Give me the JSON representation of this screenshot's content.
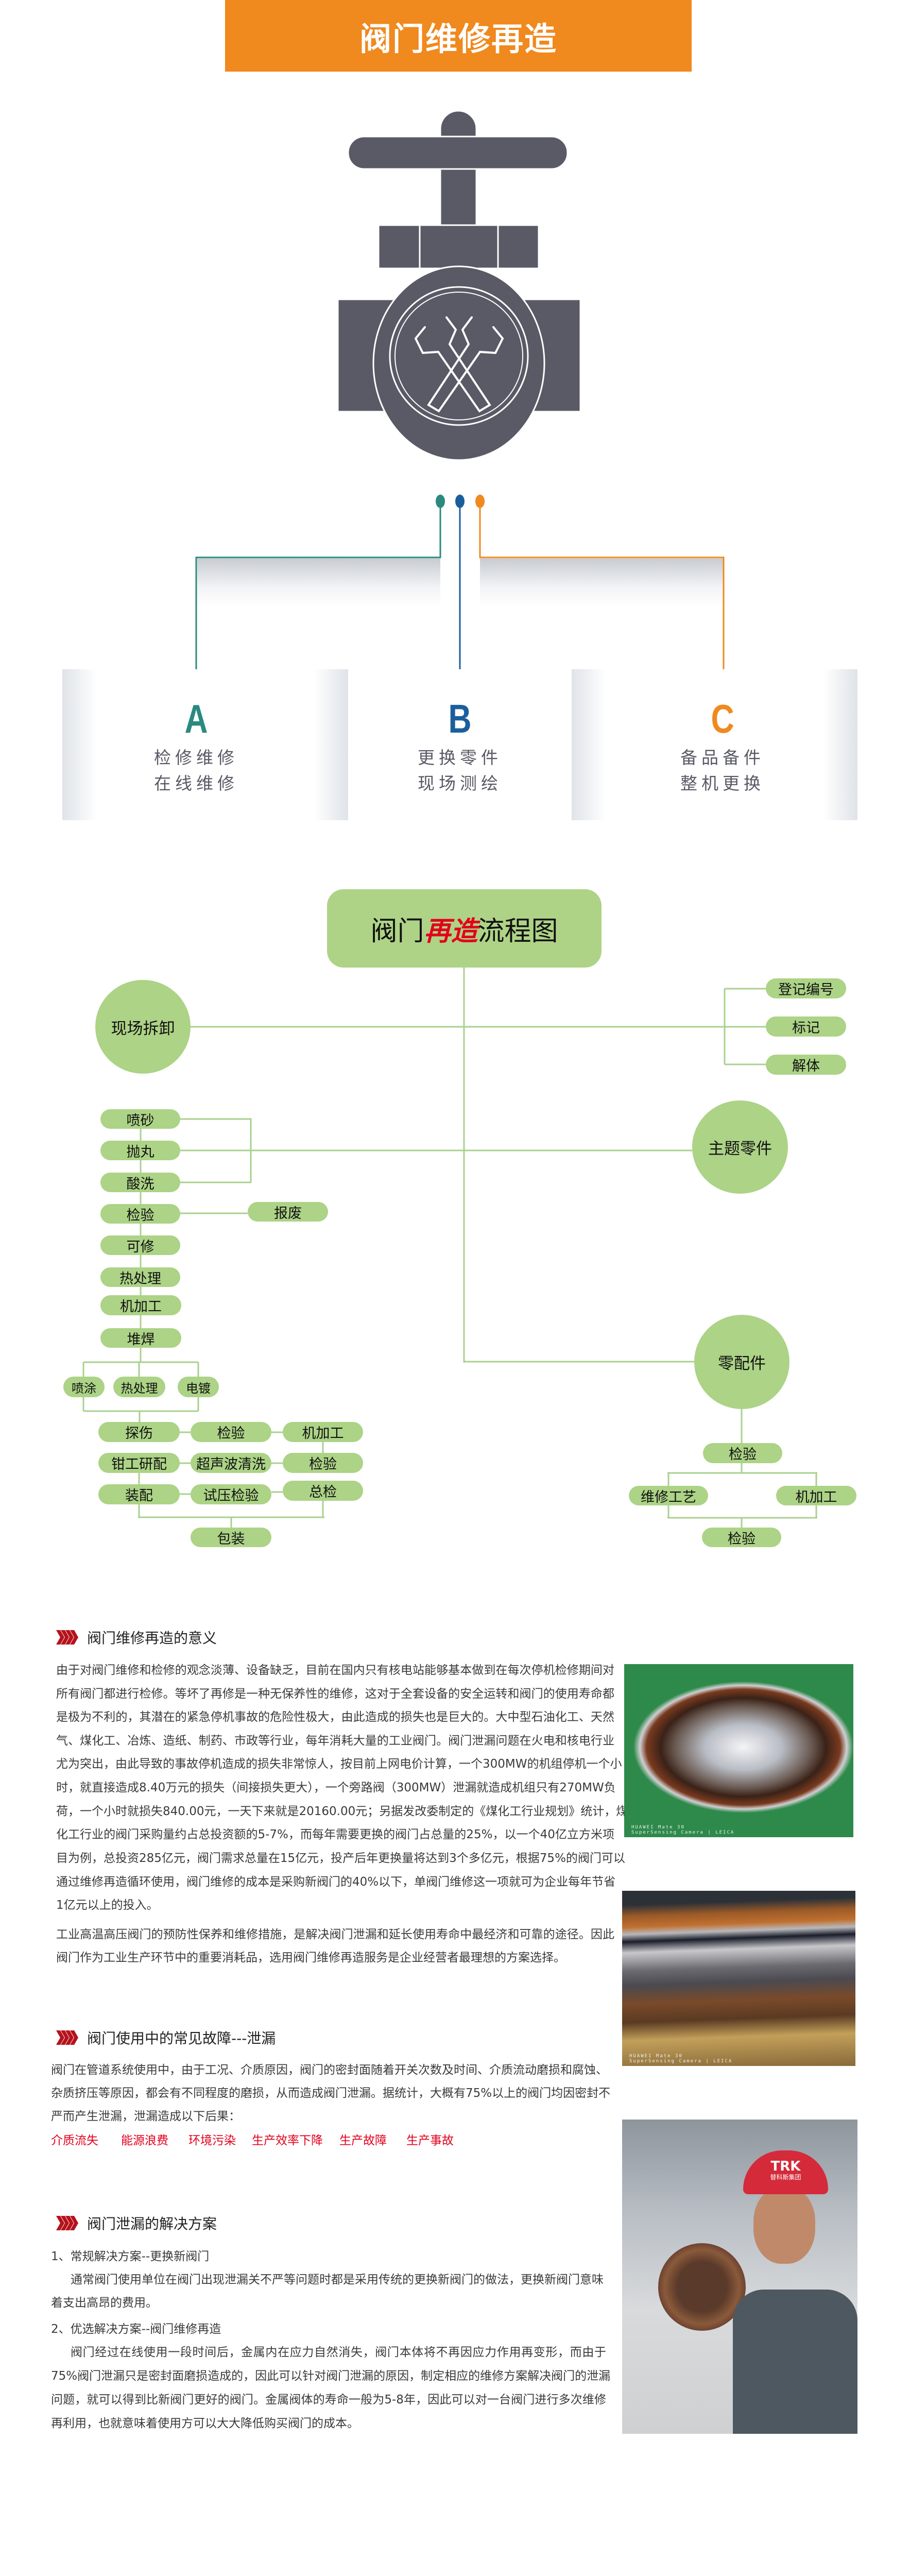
{
  "banner": {
    "title": "阀门维修再造"
  },
  "options": [
    {
      "letter": "A",
      "color": "#2a8a7f",
      "line1": "检修维修",
      "line2": "在线维修"
    },
    {
      "letter": "B",
      "color": "#1a5f9c",
      "line1": "更换零件",
      "line2": "现场测绘"
    },
    {
      "letter": "C",
      "color": "#f0891e",
      "line1": "备品备件",
      "line2": "整机更换"
    }
  ],
  "flowchart": {
    "title_a": "阀门",
    "title_b": "再造",
    "title_c": "流程图",
    "site_disassembly": "现场拆卸",
    "register_number": "登记编号",
    "mark": "标记",
    "disassemble": "解体",
    "main_parts": "主题零件",
    "left_column": [
      "喷砂",
      "抛丸",
      "酸洗",
      "检验",
      "可修",
      "热处理",
      "机加工",
      "堆焊"
    ],
    "scrap": "报废",
    "surface": [
      "喷涂",
      "热处理",
      "电镀"
    ],
    "grid": [
      [
        "探伤",
        "检验",
        "机加工"
      ],
      [
        "钳工研配",
        "超声波清洗",
        "检验"
      ],
      [
        "装配",
        "试压检验",
        "总检"
      ]
    ],
    "package": "包装",
    "spare_parts": "零配件",
    "spare_flow": {
      "inspect1": "检验",
      "repair_process": "维修工艺",
      "machining": "机加工",
      "inspect2": "检验"
    }
  },
  "sections": {
    "meaning": {
      "heading": "阀门维修再造的意义",
      "p1": [
        "由于对阀门维修和检修的观念淡薄、设备缺乏，目前在国内只有核电站能够基本做到在每次停机检修期间对",
        "所有阀门都进行检修。等坏了再修是一种无保养性的维修，这对于全套设备的安全运转和阀门的使用寿命都",
        "是极为不利的，其潜在的紧急停机事故的危险性极大，由此造成的损失也是巨大的。大中型石油化工、天然",
        "气、煤化工、冶炼、造纸、制药、市政等行业，每年消耗大量的工业阀门。阀门泄漏问题在火电和核电行业",
        "尤为突出，由此导致的事故停机造成的损失非常惊人，按目前上网电价计算，一个300MW的机组停机一个小",
        "时，就直接造成8.40万元的损失（间接损失更大），一个旁路阀（300MW）泄漏就造成机组只有270MW负",
        "荷，一个小时就损失840.00元，一天下来就是20160.00元；另据发改委制定的《煤化工行业规划》统计，煤",
        "化工行业的阀门采购量约占总投资额的5-7%，而每年需要更换的阀门占总量的25%，以一个40亿立方米项",
        "目为例，总投资285亿元，阀门需求总量在15亿元，投产后年更换量将达到3个多亿元，根据75%的阀门可以",
        "通过维修再造循环使用，阀门维修的成本是采购新阀门的40%以下，单阀门维修这一项就可为企业每年节省",
        "1亿元以上的投入。"
      ],
      "p2": [
        "工业高温高压阀门的预防性保养和维修措施，是解决阀门泄漏和延长使用寿命中最经济和可靠的途径。因此",
        "阀门作为工业生产环节中的重要消耗品，选用阀门维修再造服务是企业经营者最理想的方案选择。"
      ]
    },
    "faults": {
      "heading": "阀门使用中的常见故障---泄漏",
      "p1": [
        "阀门在管道系统使用中，由于工况、介质原因，阀门的密封面随着开关次数及时间、介质流动磨损和腐蚀、",
        "杂质挤压等原因，都会有不同程度的磨损，从而造成阀门泄漏。据统计，大概有75%以上的阀门均因密封不",
        "严而产生泄漏，泄漏造成以下后果："
      ],
      "consequences": [
        "介质流失",
        "能源浪费",
        "环境污染",
        "生产效率下降",
        "生产故障",
        "生产事故"
      ],
      "consequence_color": "#e3001b"
    },
    "solutions": {
      "heading": "阀门泄漏的解决方案",
      "s1_title": "1、常规解决方案--更换新阀门",
      "s1_lines": [
        "通常阀门使用单位在阀门出现泄漏关不严等问题时都是采用传统的更换新阀门的做法，更换新阀门意味",
        "着支出高昂的费用。"
      ],
      "s2_title": "2、优选解决方案--阀门维修再造",
      "s2_lines": [
        "阀门经过在线使用一段时间后，金属内在应力自然消失，阀门本体将不再因应力作用再变形，而由于",
        "75%阀门泄漏只是密封面磨损造成的，因此可以针对阀门泄漏的原因，制定相应的维修方案解决阀门的泄漏",
        "问题，就可以得到比新阀门更好的阀门。金属阀体的寿命一般为5-8年，因此可以对一台阀门进行多次维修",
        "再利用，也就意味着使用方可以大大降低购买阀门的成本。"
      ]
    }
  },
  "photos": {
    "watermark_1": "HUAWEI Mate 30",
    "watermark_2": "SuperSensing Camera | LEICA",
    "helmet_brand": "TRK",
    "helmet_text": "替科斯集团"
  },
  "colors": {
    "orange": "#f0891e",
    "teal": "#2a8a7f",
    "blue": "#1a5f9c",
    "green": "#acd386",
    "red": "#b5121b"
  }
}
